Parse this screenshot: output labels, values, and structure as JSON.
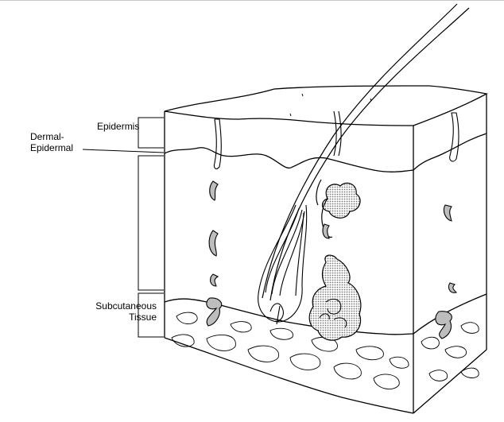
{
  "labels": {
    "epidermis": "Epidermis",
    "dermal_line1": "Dermal-",
    "dermal_line2": "Epidermal",
    "subcut_line1": "Subcutaneous",
    "subcut_line2": "Tissue"
  },
  "colors": {
    "line": "#000000",
    "gland_fill": "#bdbdbd",
    "background": "#ffffff"
  }
}
